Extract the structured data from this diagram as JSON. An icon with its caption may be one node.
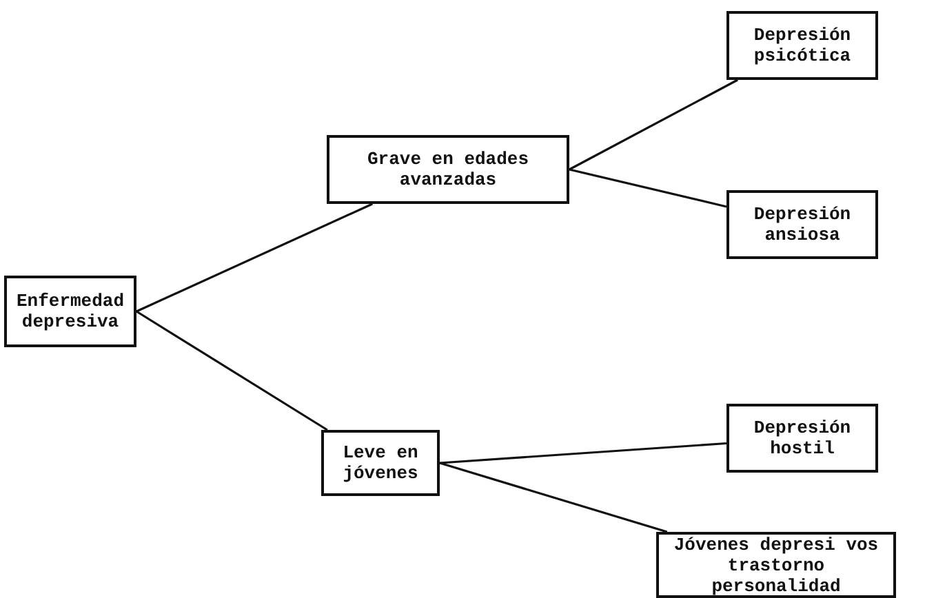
{
  "diagram": {
    "nodes": [
      {
        "text": [
          "Enfermedad depresiva"
        ]
      },
      {
        "text": [
          "Grave en edades avanzadas"
        ]
      },
      {
        "text": [
          "Leve en jóvenes"
        ]
      },
      {
        "text": [
          "Depresión psicótica"
        ]
      },
      {
        "text": [
          "Depresión ansiosa"
        ]
      },
      {
        "text": [
          "Depresión hostil"
        ]
      },
      {
        "text": [
          "Jóvenes depresi vos trastorno personalidad"
        ]
      }
    ],
    "edges": [
      {
        "from": 0,
        "to": 1,
        "arrow": "none"
      },
      {
        "from": 0,
        "to": 2,
        "arrow": "none"
      },
      {
        "from": 1,
        "to": 3,
        "arrow": "none"
      },
      {
        "from": 1,
        "to": 4,
        "arrow": "none"
      },
      {
        "from": 2,
        "to": 5,
        "arrow": "none"
      },
      {
        "from": 2,
        "to": 6,
        "arrow": "none"
      }
    ]
  }
}
